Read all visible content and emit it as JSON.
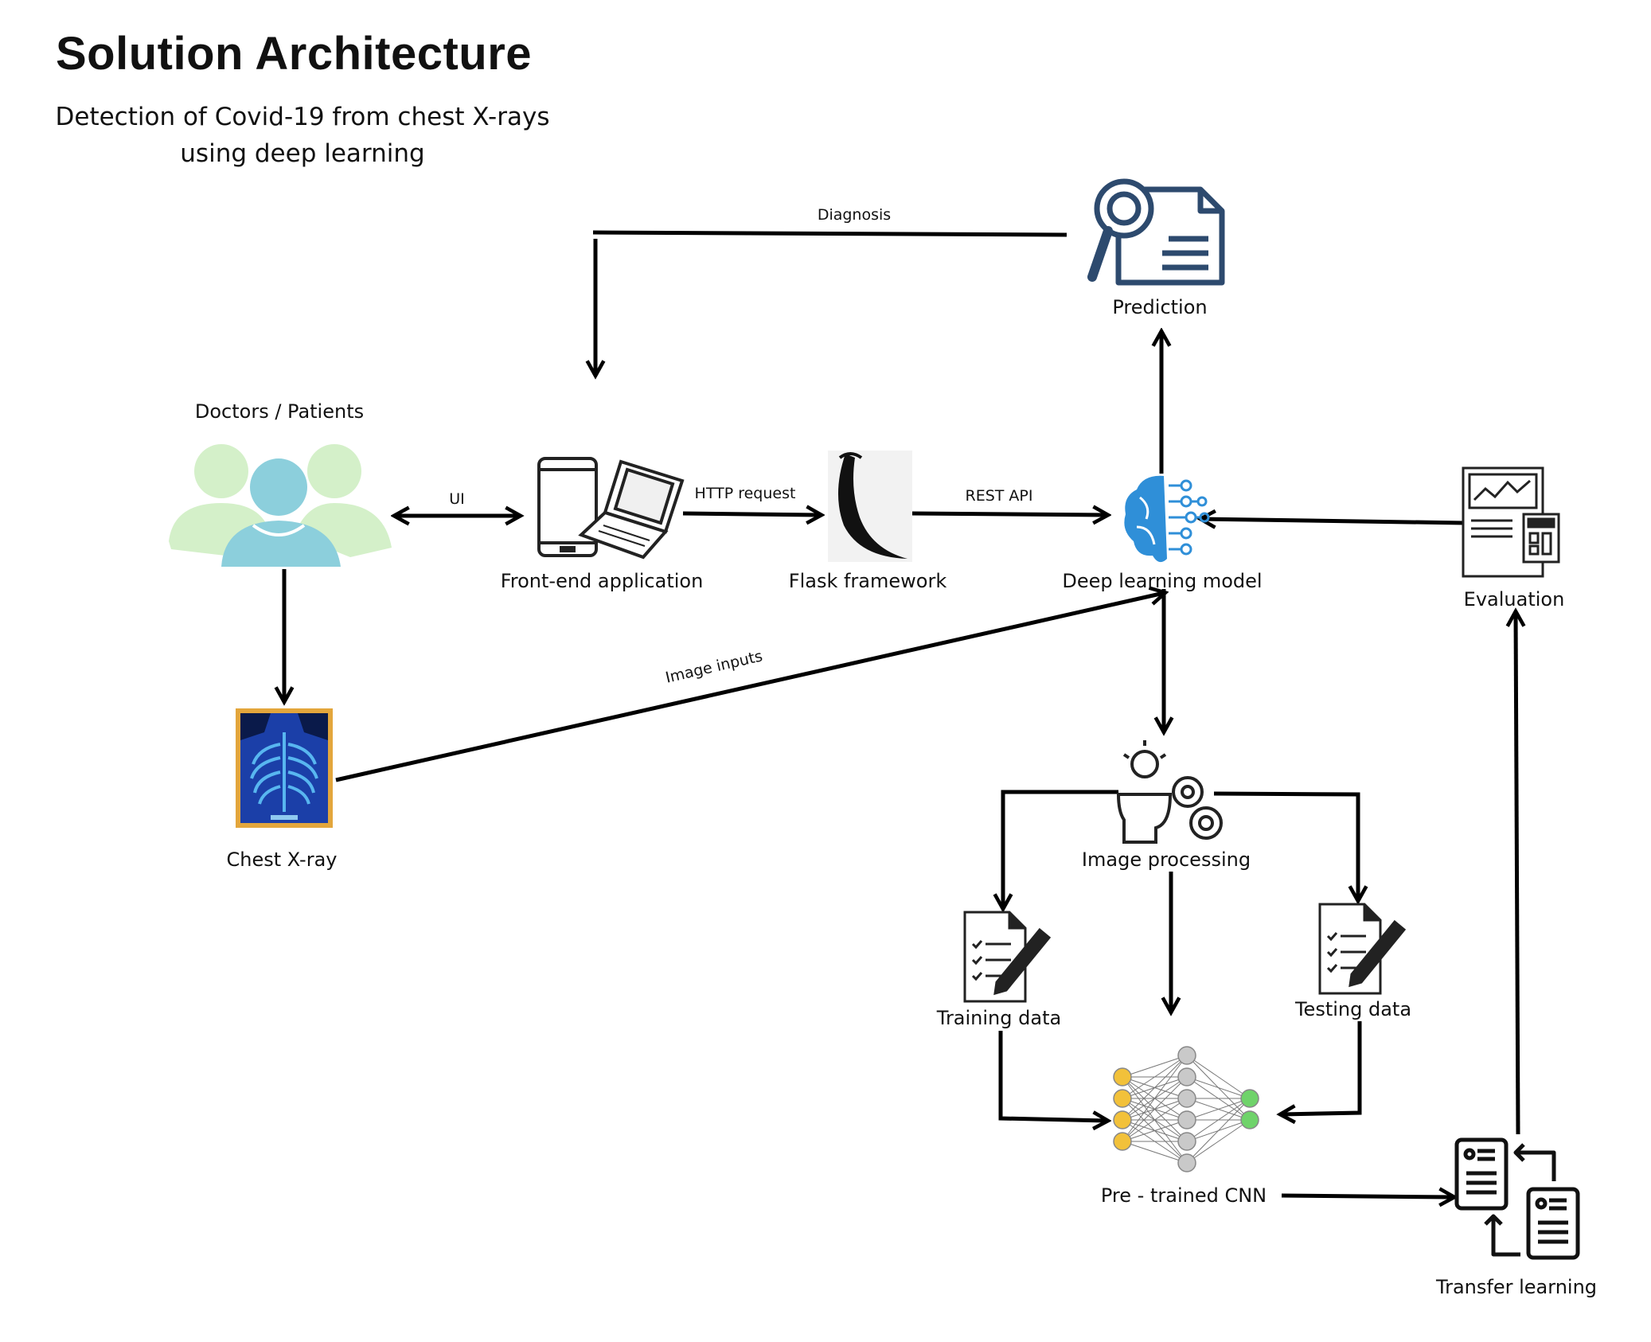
{
  "title": "Solution Architecture",
  "subtitle_line1": "Detection of Covid-19 from chest X-rays",
  "subtitle_line2": "using deep learning",
  "nodes": {
    "doctors_patients": "Doctors / Patients",
    "front_end": "Front-end application",
    "flask": "Flask framework",
    "deep_learning": "Deep learning model",
    "prediction": "Prediction",
    "evaluation": "Evaluation",
    "chest_xray": "Chest X-ray",
    "image_processing": "Image processing",
    "training_data": "Training data",
    "testing_data": "Testing data",
    "pretrained_cnn": "Pre - trained CNN",
    "transfer_learning": "Transfer learning"
  },
  "edges": {
    "ui": "UI",
    "http_request": "HTTP request",
    "rest_api": "REST API",
    "diagnosis": "Diagnosis",
    "image_inputs": "Image inputs"
  },
  "colors": {
    "line": "#000000",
    "people_light": "#d4f0c9",
    "people_main": "#8ccfdc",
    "brain_blue": "#2f8fd8",
    "doc_navy": "#2d4a6e",
    "xray_frame": "#e3a63c",
    "xray_bg": "#1b3fa8",
    "node_yellow": "#f2c13a",
    "node_gray": "#c9c9c9",
    "node_green": "#6fd36a"
  }
}
